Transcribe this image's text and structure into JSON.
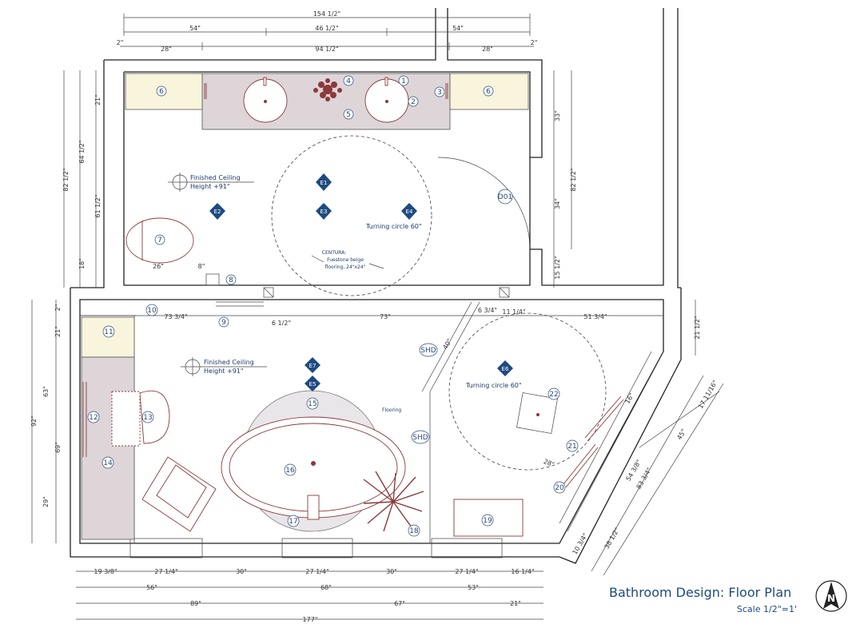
{
  "title": "Bathroom Design: Floor Plan",
  "scale": "Scale 1/2\"=1'",
  "north_label": "N",
  "top_dims": {
    "overall": "154 1/2\"",
    "left": "54\"",
    "center": "46 1/2\"",
    "right": "54\"",
    "edge_left": "2\"",
    "edge_right": "2\"",
    "cab_left": "28\"",
    "vanity": "94 1/2\"",
    "cab_right": "28\""
  },
  "left_dims": {
    "overall": "82 1/2\"",
    "upper": "64 1/2\"",
    "top": "21\"",
    "mid": "61 1/2\"",
    "low": "18\""
  },
  "right_dims": {
    "top": "33\"",
    "overall": "82 1/2\"",
    "door": "34\"",
    "low": "15 1/2\""
  },
  "lower_left_dims": {
    "overall": "92\"",
    "big": "63\"",
    "small": "2\"",
    "top": "21\"",
    "mid": "69\"",
    "bot": "29\""
  },
  "mid_dims": {
    "a": "73 3/4\"",
    "b": "6 1/2\"",
    "c": "73\"",
    "d": "6 3/4\"",
    "e": "11 1/4\"",
    "f": "51 3/4\"",
    "g": "21 1/2\"",
    "h": "40\"",
    "toilet_a": "26\"",
    "toilet_b": "8\""
  },
  "bottom_dims": {
    "row1": [
      "19 3/8\"",
      "27 1/4\"",
      "30\"",
      "27 1/4\"",
      "30\"",
      "27 1/4\"",
      "16 1/4\""
    ],
    "row2": [
      "56\"",
      "68\"",
      "53\""
    ],
    "row3": [
      "89\"",
      "67\"",
      "21\""
    ],
    "overall": "177\""
  },
  "diag_dims": {
    "a": "17 11/16\"",
    "b": "45\"",
    "c": "54 3/8\"",
    "d": "83 3/4\"",
    "e": "38 1/2\"",
    "f": "10 3/4\"",
    "g": "16\"",
    "h": "28\""
  },
  "ceiling_upper": {
    "line1": "Finished Ceiling",
    "line2": "Height +91\""
  },
  "ceiling_lower": {
    "line1": "Finished Ceiling",
    "line2": "Height +91\""
  },
  "turning_upper": "Turning circle 60\"",
  "turning_lower": "Turning circle 60\"",
  "flooring_note": {
    "l1": "CENTURA:",
    "l2": "Fuestone beige",
    "l3": "flooring, 24\"x24\""
  },
  "flooring_small": "Flooring",
  "door_tag": "D01",
  "shd1": "SHD",
  "shd2": "SHD",
  "elevations": [
    "E1",
    "E2",
    "E3",
    "E4",
    "E5",
    "E6",
    "E7"
  ],
  "tags": [
    "1",
    "2",
    "3",
    "4",
    "5",
    "6",
    "6",
    "7",
    "8",
    "9",
    "10",
    "11",
    "12",
    "13",
    "14",
    "15",
    "16",
    "17",
    "18",
    "19",
    "20",
    "21",
    "22"
  ]
}
